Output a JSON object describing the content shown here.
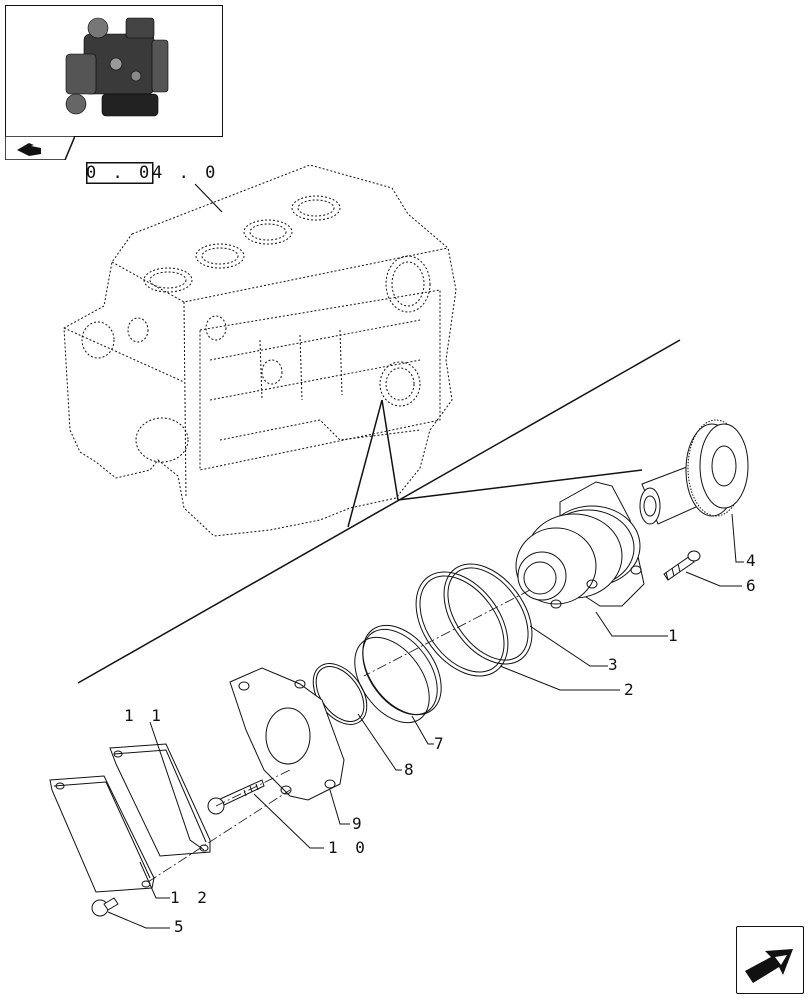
{
  "thumbnail": {
    "icon": "engine-thumbnail",
    "tab_icon": "book-icon"
  },
  "reference": {
    "code": "0 . 04 . 0"
  },
  "callouts": {
    "c1": "1",
    "c2": "2",
    "c3": "3",
    "c4": "4",
    "c5": "5",
    "c6": "6",
    "c7": "7",
    "c8": "8",
    "c9": "9",
    "c10": "1 0",
    "c11": "1 1",
    "c12": "1 2"
  },
  "navigation": {
    "next_icon": "next-page-arrow-icon"
  }
}
